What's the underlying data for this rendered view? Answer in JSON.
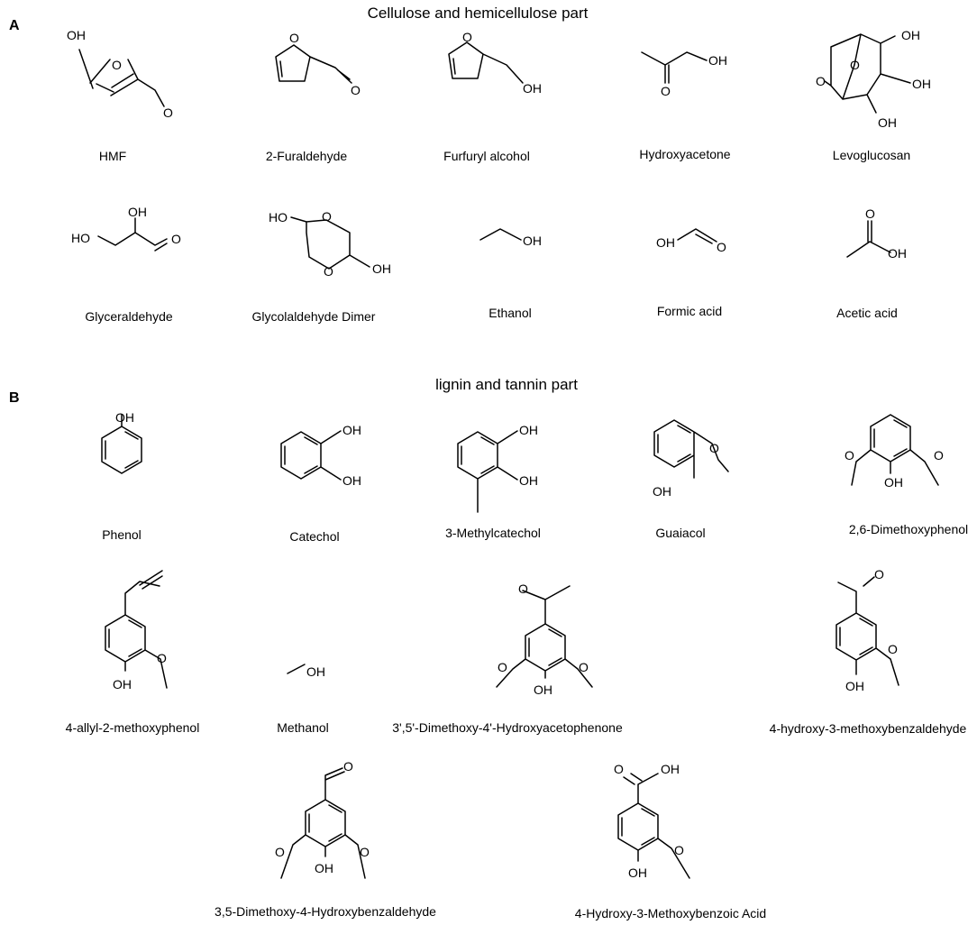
{
  "panels": {
    "a": {
      "letter": "A",
      "title": "Cellulose and hemicellulose part"
    },
    "b": {
      "letter": "B",
      "title": "lignin and tannin part"
    }
  },
  "compounds": {
    "hmf": "HMF",
    "furaldehyde": "2-Furaldehyde",
    "furfuryl": "Furfuryl alcohol",
    "hydroxyacetone": "Hydroxyacetone",
    "levoglucosan": "Levoglucosan",
    "glyceraldehyde": "Glyceraldehyde",
    "glycolaldehyde_dimer": "Glycolaldehyde Dimer",
    "ethanol": "Ethanol",
    "formic": "Formic acid",
    "acetic": "Acetic acid",
    "phenol": "Phenol",
    "catechol": "Catechol",
    "methylcatechol": "3-Methylcatechol",
    "guaiacol": "Guaiacol",
    "dimethoxyphenol": "2,6-Dimethoxyphenol",
    "allyl_methoxyphenol": "4-allyl-2-methoxyphenol",
    "methanol": "Methanol",
    "acetosyringone": "3',5'-Dimethoxy-4'-Hydroxyacetophenone",
    "vanillin": "4-hydroxy-3-methoxybenzaldehyde",
    "syringaldehyde": "3,5-Dimethoxy-4-Hydroxybenzaldehyde",
    "vanillic_acid": "4-Hydroxy-3-Methoxybenzoic Acid"
  },
  "atoms": {
    "oh": "OH",
    "o": "O",
    "ho": "HO"
  }
}
